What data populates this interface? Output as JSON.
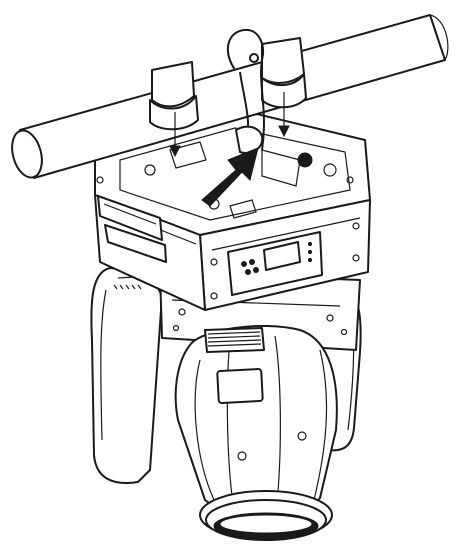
{
  "figure": {
    "parts": [
      "truss-pipe",
      "mounting-clamp",
      "safety-cable",
      "base-yoke",
      "control-panel",
      "arm",
      "head",
      "lens"
    ],
    "icons": {
      "direction": "arrow-icon"
    },
    "colors": {
      "line": "#1a1a1a",
      "fill": "#ffffff"
    }
  }
}
